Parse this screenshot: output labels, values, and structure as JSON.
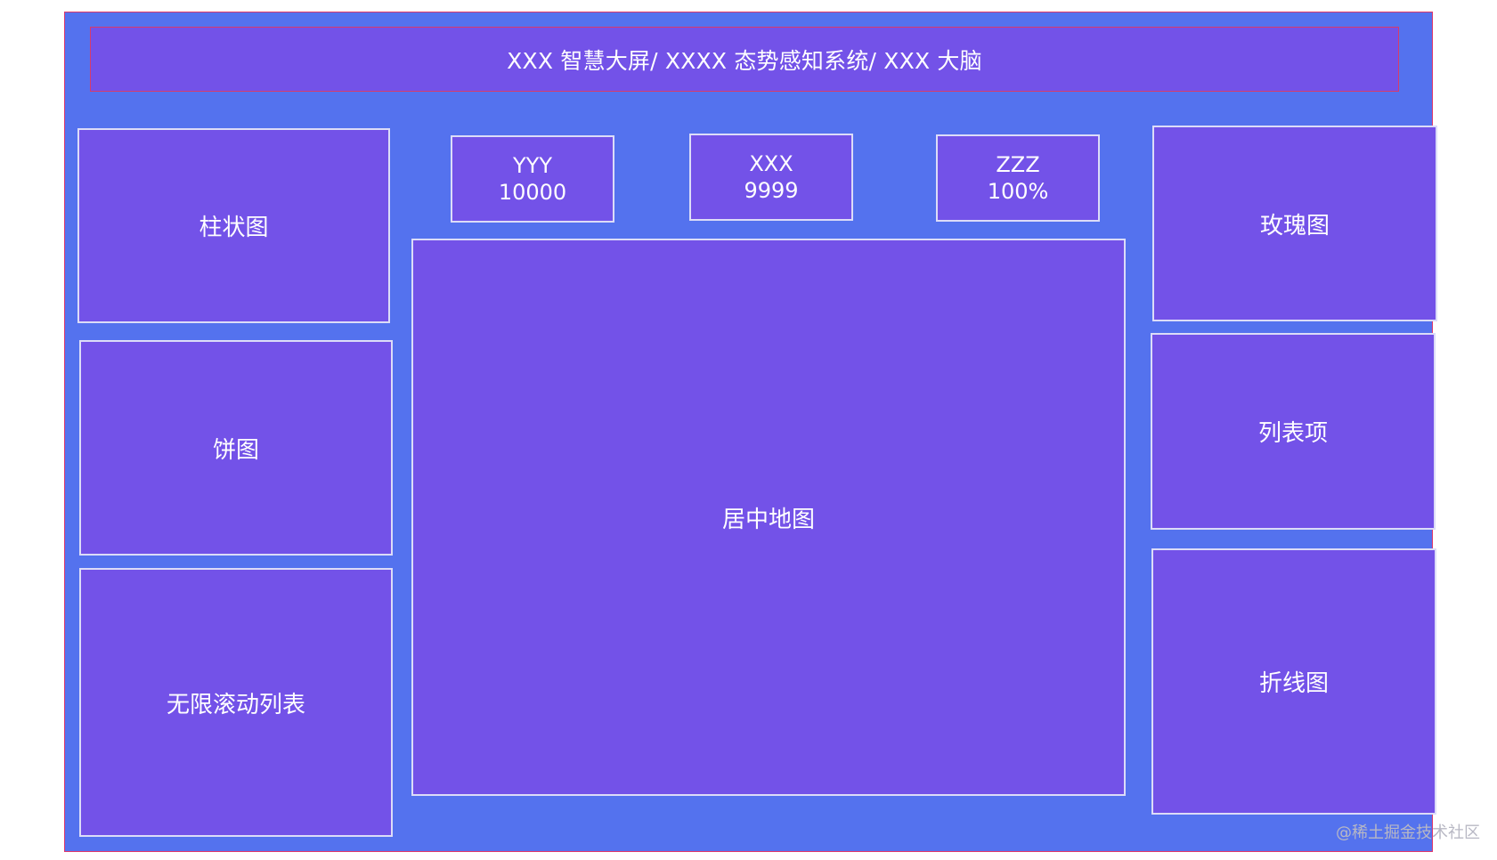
{
  "header": {
    "title": "XXX 智慧大屏/ XXXX 态势感知系统/ XXX 大脑"
  },
  "left_panels": [
    {
      "label": "柱状图"
    },
    {
      "label": "饼图"
    },
    {
      "label": "无限滚动列表"
    }
  ],
  "stats": [
    {
      "label": "YYY",
      "value": "10000"
    },
    {
      "label": "XXX",
      "value": "9999"
    },
    {
      "label": "ZZZ",
      "value": "100%"
    }
  ],
  "center_panel": {
    "label": "居中地图"
  },
  "right_panels": [
    {
      "label": "玫瑰图"
    },
    {
      "label": "列表项"
    },
    {
      "label": "折线图"
    }
  ],
  "watermark": "@稀土掘金技术社区",
  "colors": {
    "page_background": "#ffffff",
    "frame_background": "#5472ee",
    "panel_fill": "#7352e8",
    "panel_border": "#dcdcf8",
    "header_border": "#d83b6a",
    "text": "#ffffff"
  }
}
